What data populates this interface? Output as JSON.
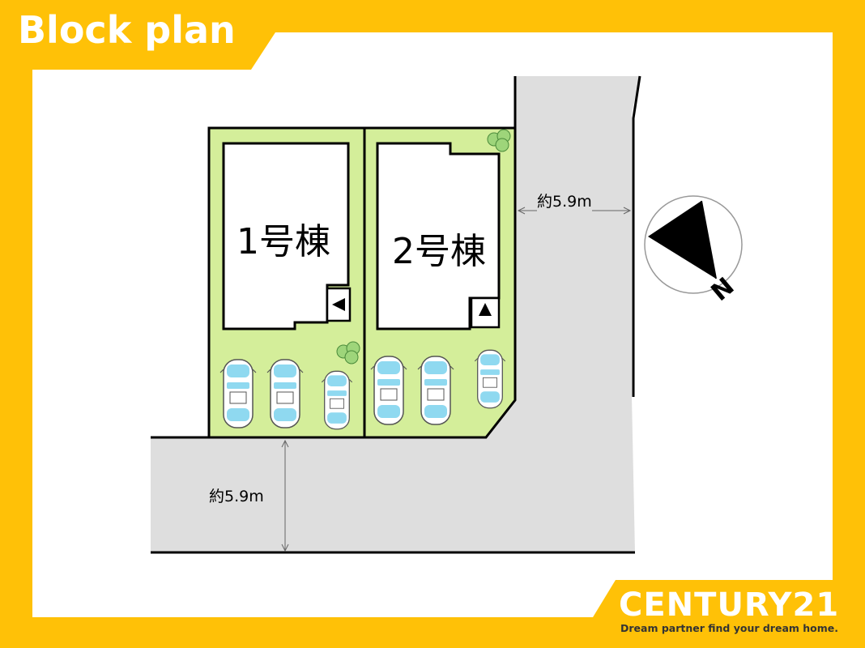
{
  "header": {
    "title": "Block plan"
  },
  "plan": {
    "lots": [
      {
        "label": "1号棟"
      },
      {
        "label": "2号棟"
      }
    ],
    "road_east_width": "約5.9m",
    "road_south_width": "約5.9m",
    "north_label": "N"
  },
  "brand": {
    "name": "CENTURY21",
    "tagline": "Dream partner find your dream home."
  },
  "colors": {
    "background": "#FFC107",
    "lot_green": "#D4EE9A",
    "road_gray": "#DEDEDE",
    "car_blue": "#8FD9F0"
  }
}
